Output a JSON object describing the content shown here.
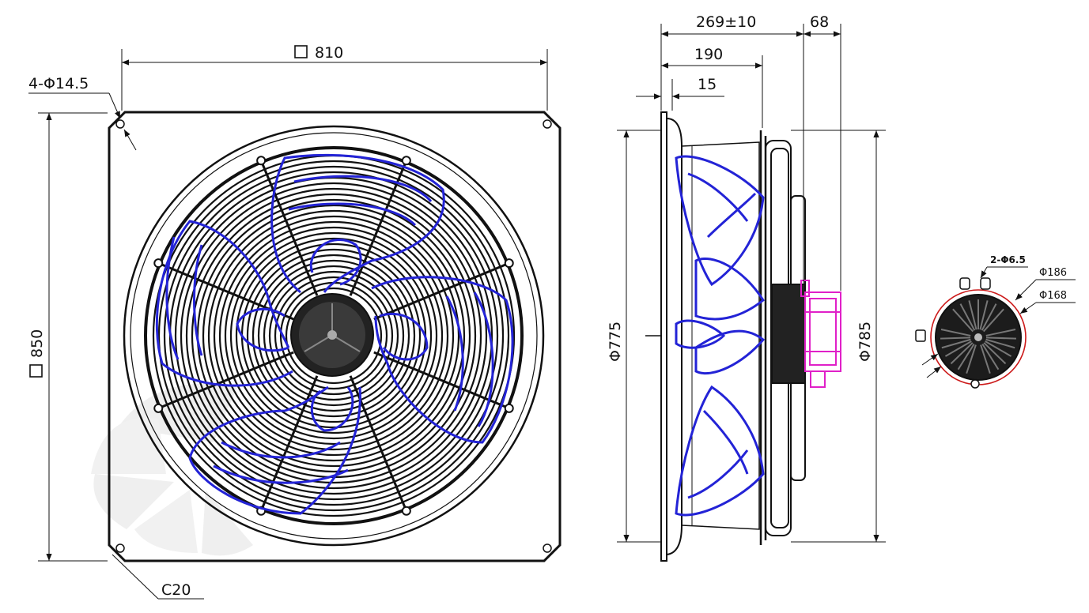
{
  "front_view": {
    "width_dim": "810",
    "height_dim": "850",
    "hole_callout": "4-Φ14.5",
    "corner_callout": "C20"
  },
  "side_view": {
    "depth_dim": "269±10",
    "box_dim": "68",
    "mid_dim": "190",
    "flange_dim": "15",
    "inner_diameter": "Φ775",
    "outer_diameter": "Φ785"
  },
  "motor_view": {
    "holes_callout": "2-Φ6.5",
    "outer_diameter": "Φ186",
    "inner_diameter": "Φ168"
  },
  "colors": {
    "line": "#111111",
    "blade": "#2323d6",
    "junction_box": "#e020c8",
    "motor_ring": "#cc1a1a",
    "watermark": "#e2e2e2"
  },
  "icons": {
    "square_symbol": "square-symbol-icon"
  }
}
